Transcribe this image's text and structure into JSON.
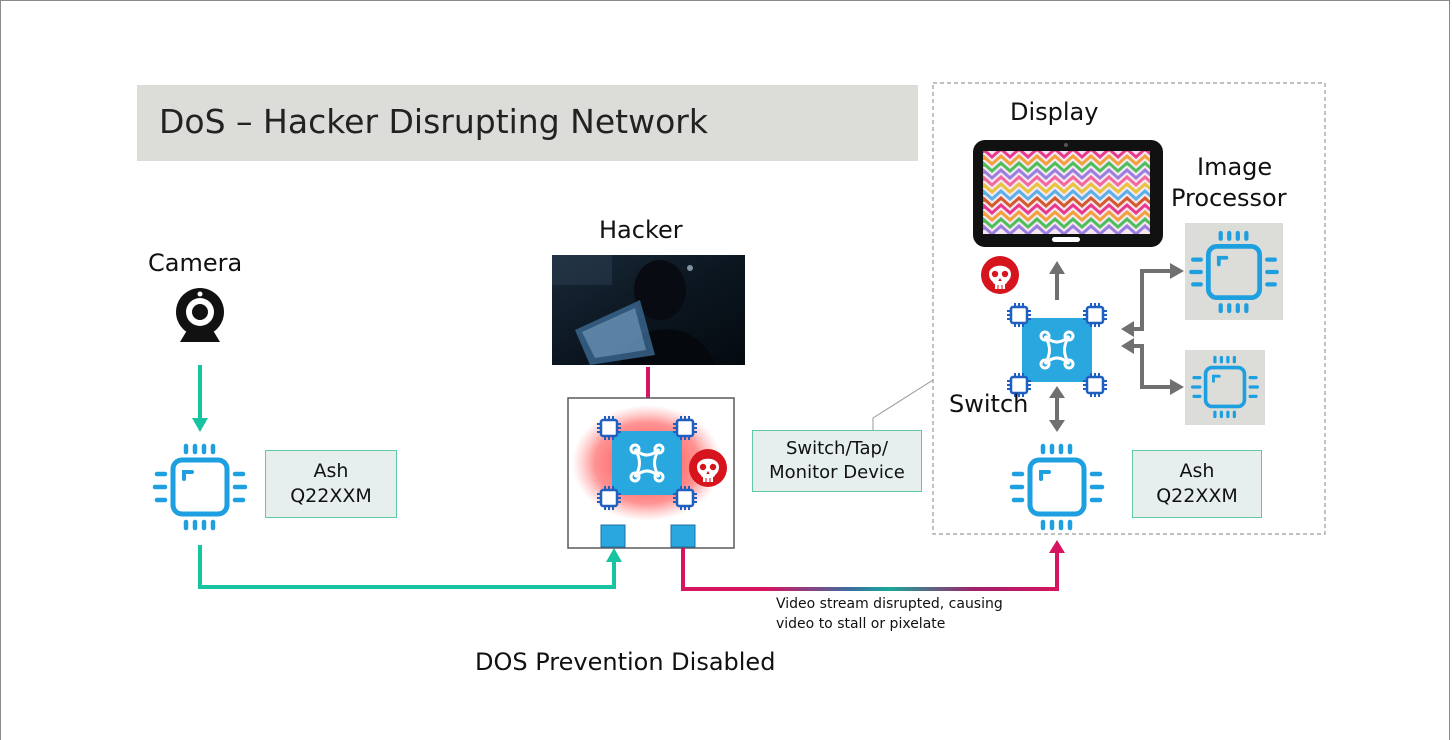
{
  "title": "DoS – Hacker Disrupting Network",
  "labels": {
    "camera": "Camera",
    "hacker": "Hacker",
    "display": "Display",
    "image_processor_line1": "Image",
    "image_processor_line2": "Processor",
    "switch": "Switch",
    "footer": "DOS Prevention Disabled",
    "annotation_line1": "Video stream disrupted, causing",
    "annotation_line2": "video to stall or pixelate"
  },
  "tap_box": {
    "line1": "Switch/Tap/",
    "line2": "Monitor Device"
  },
  "ash_left": {
    "line1": "Ash",
    "line2": "Q22XXM"
  },
  "ash_right": {
    "line1": "Ash",
    "line2": "Q22XXM"
  },
  "colors": {
    "chip_blue": "#1e9fe0",
    "switch_blue": "#29a8e0",
    "teal_arrow": "#17c3a0",
    "magenta_arrow": "#d6145f",
    "gray_arrow": "#707070",
    "title_bg": "#dcdcd8",
    "skull_red": "#d6141e",
    "label_box_bg": "#e6eeee",
    "label_box_border": "#5fc9a4"
  },
  "icons": [
    "webcam-icon",
    "chip-icon",
    "switch-icon",
    "skull-icon",
    "tablet-display-icon",
    "hacker-photo"
  ]
}
